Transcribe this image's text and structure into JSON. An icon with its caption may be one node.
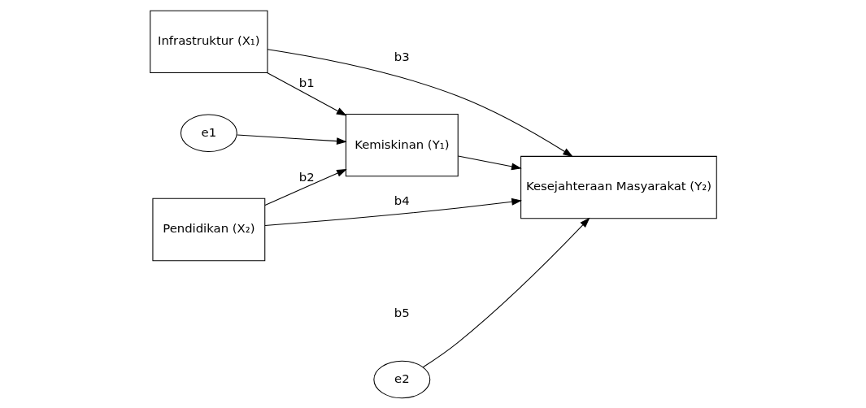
{
  "diagram": {
    "nodes": [
      {
        "text": [
          "Infrastruktur (X₁)"
        ]
      },
      {
        "text": [
          "Pendidikan (X₂)"
        ]
      },
      {
        "text": [
          "Kemiskinan (Y₁)"
        ]
      },
      {
        "text": [
          "Kesejahteraan Masyarakat (Y₂)"
        ]
      },
      {
        "text": [
          "e1"
        ]
      },
      {
        "text": [
          "e2"
        ]
      }
    ],
    "edges": [
      {
        "from": 0,
        "to": 2,
        "arrow": "to",
        "label": "b1"
      },
      {
        "from": 1,
        "to": 2,
        "arrow": "to",
        "label": "b2"
      },
      {
        "from": 0,
        "to": 3,
        "arrow": "to",
        "label": "b3"
      },
      {
        "from": 2,
        "to": 3,
        "arrow": "to"
      },
      {
        "from": 1,
        "to": 3,
        "arrow": "to",
        "label": "b4"
      },
      {
        "from": 4,
        "to": 2,
        "arrow": "to"
      },
      {
        "from": 5,
        "to": 3,
        "arrow": "to"
      }
    ],
    "labels": [
      "b5"
    ]
  }
}
